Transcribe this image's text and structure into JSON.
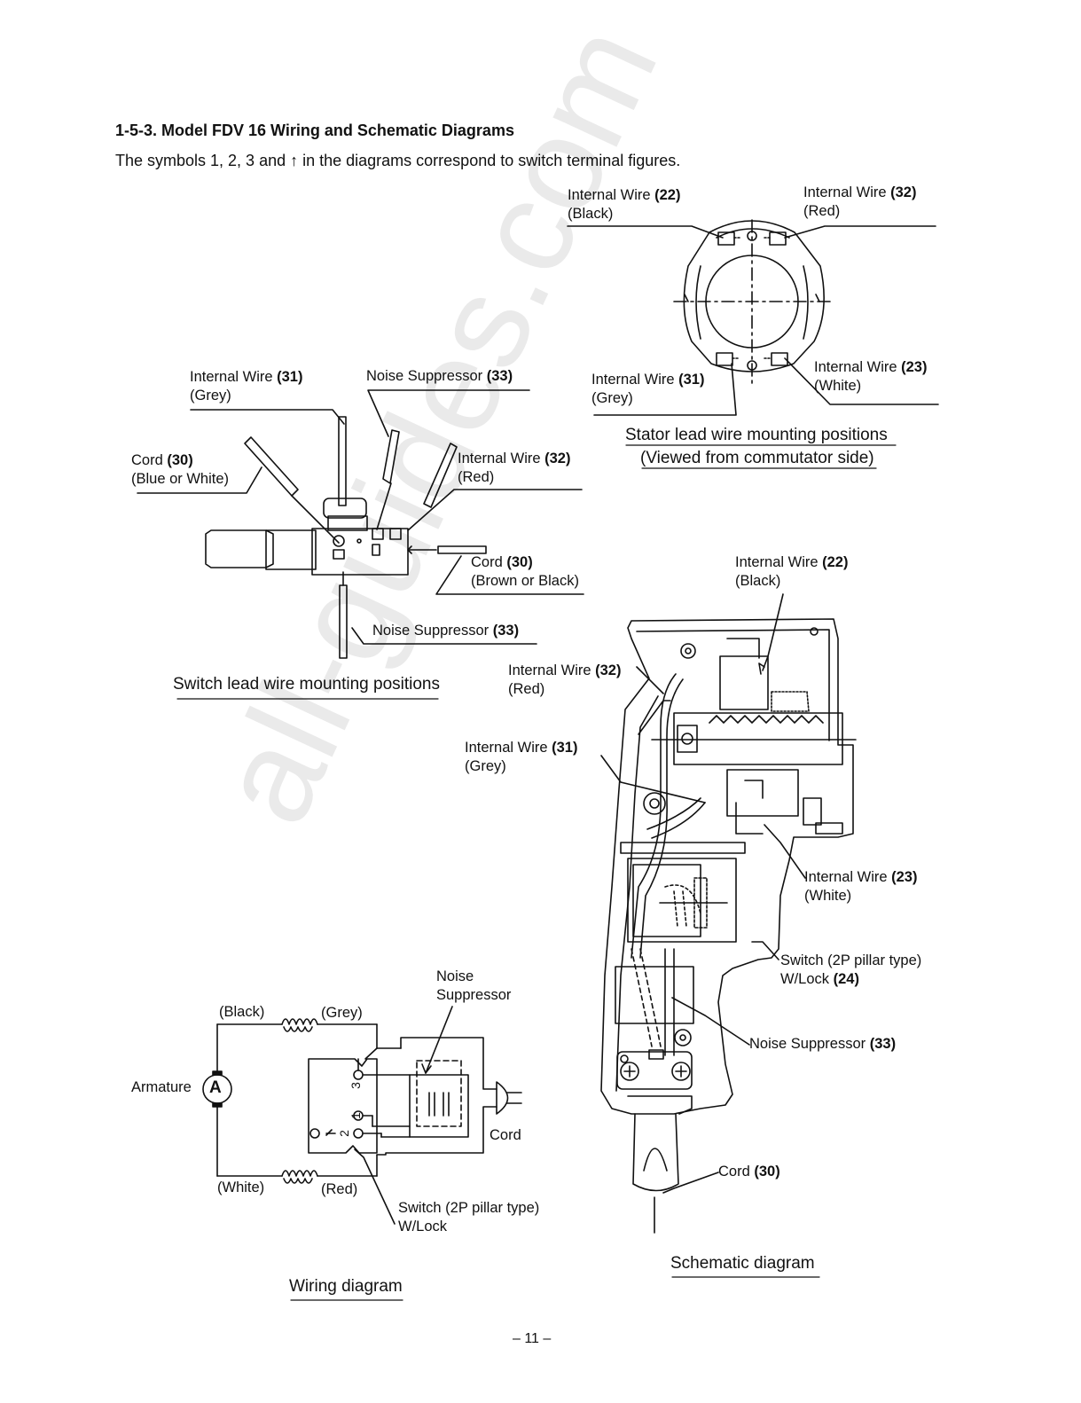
{
  "header": {
    "heading": "1-5-3. Model FDV 16 Wiring and Schematic Diagrams",
    "intro": "The symbols 1, 2, 3 and ↑ in the diagrams correspond to switch terminal figures."
  },
  "watermark": "all-guides.com",
  "stator": {
    "wire22": {
      "name": "Internal Wire ",
      "num": "(22)",
      "color": "(Black)"
    },
    "wire32": {
      "name": "Internal Wire ",
      "num": "(32)",
      "color": "(Red)"
    },
    "wire31": {
      "name": "Internal Wire ",
      "num": "(31)",
      "color": "(Grey)"
    },
    "wire23": {
      "name": "Internal Wire ",
      "num": "(23)",
      "color": "(White)"
    },
    "caption_line1": "Stator lead wire mounting positions",
    "caption_line2": "(Viewed from commutator side)"
  },
  "switch": {
    "wire31": {
      "name": "Internal Wire ",
      "num": "(31)",
      "color": "(Grey)"
    },
    "noise_top": {
      "name": "Noise Suppressor ",
      "num": "(33)"
    },
    "cord_left": {
      "name": "Cord ",
      "num": "(30)",
      "color": "(Blue or White)"
    },
    "wire32": {
      "name": "Internal Wire ",
      "num": "(32)",
      "color": "(Red)"
    },
    "cord_right": {
      "name": "Cord ",
      "num": "(30)",
      "color": "(Brown or Black)"
    },
    "noise_bottom": {
      "name": "Noise Suppressor ",
      "num": "(33)"
    },
    "caption": "Switch lead wire mounting positions"
  },
  "schematic": {
    "wire22": {
      "name": "Internal Wire ",
      "num": "(22)",
      "color": "(Black)"
    },
    "wire32": {
      "name": "Internal Wire ",
      "num": "(32)",
      "color": "(Red)"
    },
    "wire31": {
      "name": "Internal Wire ",
      "num": "(31)",
      "color": "(Grey)"
    },
    "wire23": {
      "name": "Internal Wire ",
      "num": "(23)",
      "color": "(White)"
    },
    "switch": {
      "name": "Switch (2P pillar type)",
      "sub": "W/Lock ",
      "num": "(24)"
    },
    "noise": {
      "name": "Noise Suppressor ",
      "num": "(33)"
    },
    "cord": {
      "name": "Cord ",
      "num": "(30)"
    },
    "caption": "Schematic diagram"
  },
  "wiring": {
    "noise_line1": "Noise",
    "noise_line2": "Suppressor",
    "black": "(Black)",
    "grey": "(Grey)",
    "armature": "Armature",
    "armature_symbol": "A",
    "white": "(White)",
    "red": "(Red)",
    "cord": "Cord",
    "term3": "3",
    "term1": "1",
    "term2": "2",
    "switch_line1": "Switch (2P pillar type)",
    "switch_line2": "W/Lock",
    "caption": "Wiring diagram"
  },
  "footer": {
    "page_number": "– 11 –"
  }
}
